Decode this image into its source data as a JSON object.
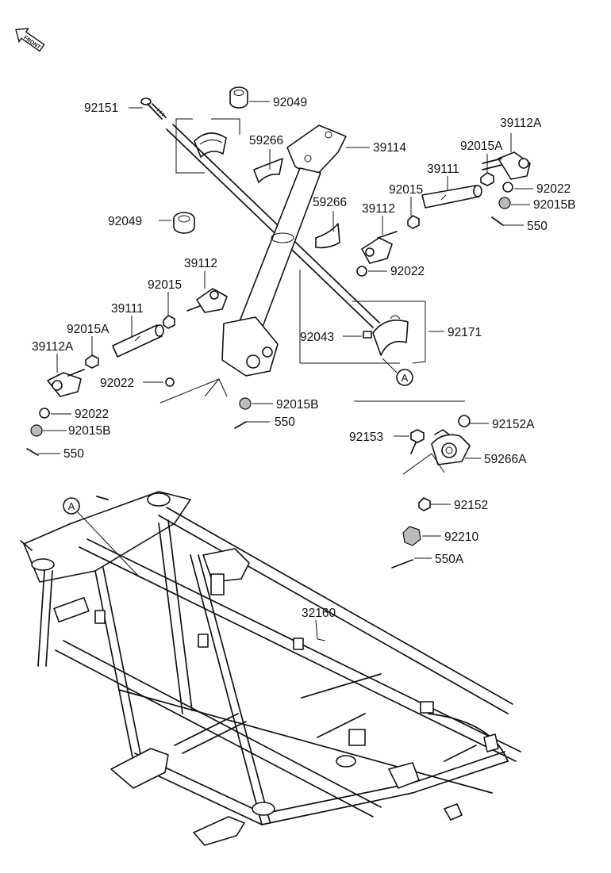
{
  "orientation_badge": {
    "text": "FRONT",
    "icon": "front-arrow-icon"
  },
  "callout_marker": "A",
  "labels": {
    "p92151": "92151",
    "p92049_top": "92049",
    "p92049_low": "92049",
    "p59266_a": "59266",
    "p59266_b": "59266",
    "p39114": "39114",
    "p39112A_r": "39112A",
    "p92015A_r": "92015A",
    "p39111_r": "39111",
    "p92015_r": "92015",
    "p39112_r": "39112",
    "p92022_r1": "92022",
    "p92015B_r": "92015B",
    "p550_r": "550",
    "p92022_r2": "92022",
    "p92043": "92043",
    "p92171": "92171",
    "p39112_l": "39112",
    "p92015_l": "92015",
    "p39111_l": "39111",
    "p92015A_l": "92015A",
    "p39112A_l": "39112A",
    "p92022_l1": "92022",
    "p92022_l2": "92022",
    "p92015B_l": "92015B",
    "p550_l": "550",
    "p92015B_c": "92015B",
    "p550_c": "550",
    "p92152A": "92152A",
    "p92153": "92153",
    "p59266A": "59266A",
    "p92152": "92152",
    "p92210": "92210",
    "p550A": "550A",
    "p32160": "32160"
  }
}
